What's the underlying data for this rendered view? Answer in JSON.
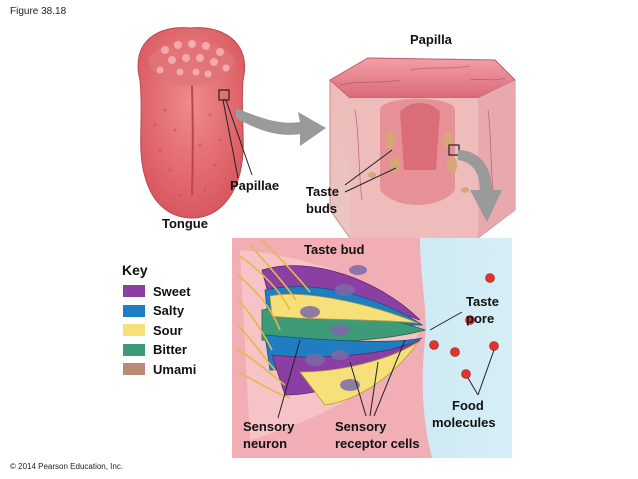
{
  "figure_label": "Figure 38.18",
  "copyright": "© 2014 Pearson Education, Inc.",
  "labels": {
    "papilla": "Papilla",
    "papillae": "Papillae",
    "taste_buds": [
      "Taste",
      "buds"
    ],
    "tongue": "Tongue",
    "taste_bud": "Taste bud",
    "taste_pore": [
      "Taste",
      "pore"
    ],
    "food_molecules": [
      "Food",
      "molecules"
    ],
    "sensory_neuron": [
      "Sensory",
      "neuron"
    ],
    "sensory_receptor_cells": [
      "Sensory",
      "receptor cells"
    ]
  },
  "key": {
    "title": "Key",
    "items": [
      {
        "label": "Sweet",
        "color": "#8b3fa3"
      },
      {
        "label": "Salty",
        "color": "#1f7ec2"
      },
      {
        "label": "Sour",
        "color": "#f7e07a"
      },
      {
        "label": "Bitter",
        "color": "#3d9b78"
      },
      {
        "label": "Umami",
        "color": "#b88b74"
      }
    ]
  }
}
